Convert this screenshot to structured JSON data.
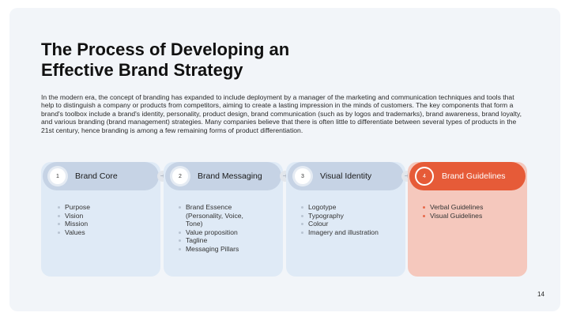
{
  "slide": {
    "title": "The Process of Developing an Effective Brand Strategy",
    "body": "In the modern era, the concept of branding has expanded to include deployment by a manager of the marketing and communication techniques and tools that help to distinguish a company or products from competitors, aiming to create a lasting impression in the minds of customers. The key components that form a brand's toolbox include a brand's identity, personality, product design, brand communication (such as by logos and trademarks), brand awareness, brand loyalty, and various branding (brand management) strategies. Many companies believe that there is often little to differentiate between several types of products in the 21st century, hence branding is among a few remaining forms of product differentiation.",
    "page_number": "14"
  },
  "steps": [
    {
      "number": "1",
      "label": "Brand Core",
      "items": [
        "Purpose",
        "Vision",
        "Mission",
        "Values"
      ]
    },
    {
      "number": "2",
      "label": "Brand Messaging",
      "items": [
        "Brand Essence (Personality, Voice, Tone)",
        "Value proposition",
        "Tagline",
        "Messaging Pillars"
      ]
    },
    {
      "number": "3",
      "label": "Visual Identity",
      "items": [
        "Logotype",
        "Typography",
        "Colour",
        "Imagery and illustration"
      ]
    },
    {
      "number": "4",
      "label": "Brand Guidelines",
      "items": [
        "Verbal Guidelines",
        "Visual Guidelines"
      ]
    }
  ],
  "colors": {
    "card_bg": "#dfeaf6",
    "pill_bg": "#c6d3e5",
    "highlight_card_bg": "#f5c8bd",
    "highlight_pill_bg": "#e65b38"
  },
  "icons": {
    "connector": "arrow-right-icon"
  }
}
